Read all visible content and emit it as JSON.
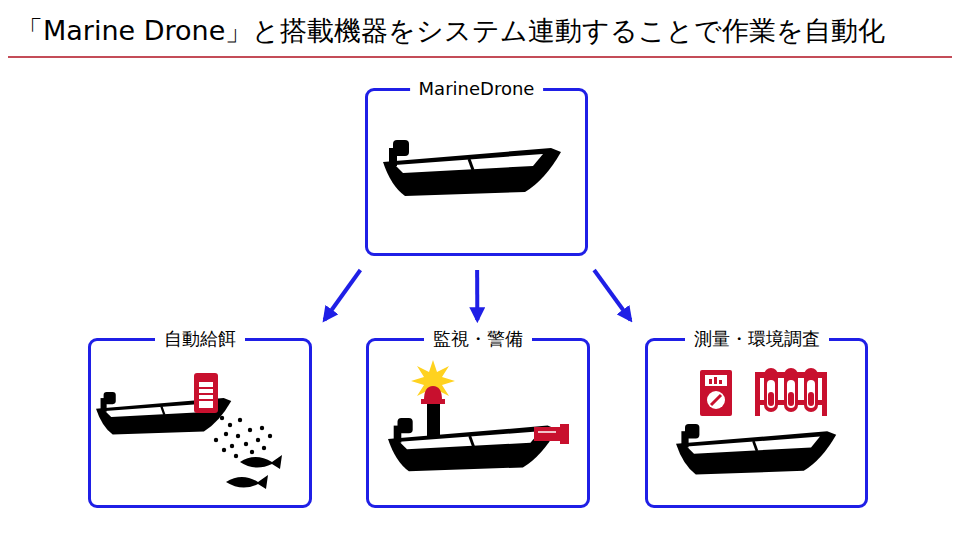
{
  "diagram": {
    "title": "「Marine Drone」と搭載機器をシステム連動することで作業を自動化",
    "nodes": [
      {
        "text": [
          "MarineDrone"
        ]
      },
      {
        "text": [
          "自動給餌"
        ]
      },
      {
        "text": [
          "監視・警備"
        ]
      },
      {
        "text": [
          "測量・環境調査"
        ]
      }
    ],
    "edges": [
      {
        "from": 0,
        "to": 1,
        "arrow": "to"
      },
      {
        "from": 0,
        "to": 2,
        "arrow": "to"
      },
      {
        "from": 0,
        "to": 3,
        "arrow": "to"
      }
    ]
  }
}
